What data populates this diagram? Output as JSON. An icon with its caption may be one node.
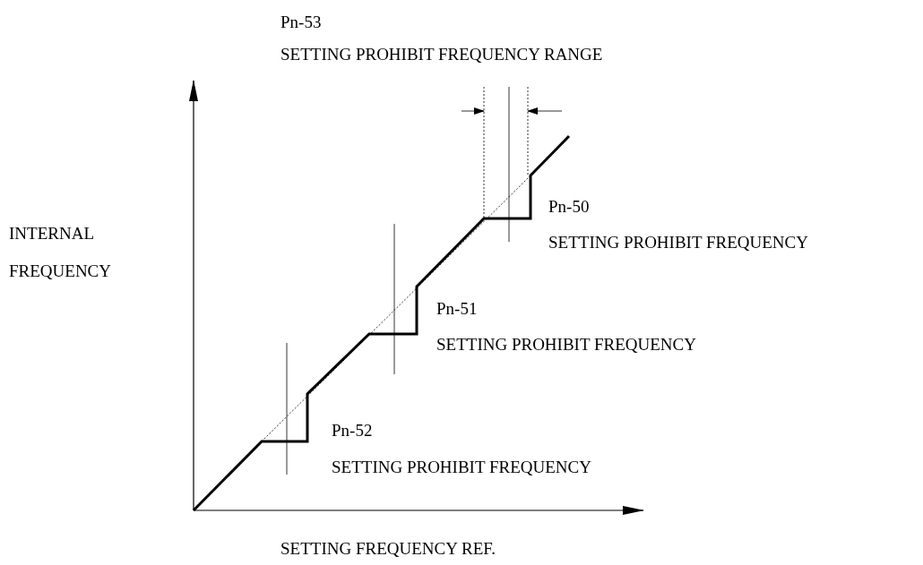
{
  "diagram": {
    "labels": [
      "Pn-53",
      "SETTING PROHIBIT FREQUENCY RANGE",
      "INTERNAL FREQUENCY",
      "Pn-50",
      "SETTING PROHIBIT FREQUENCY",
      "Pn-51",
      "SETTING PROHIBIT FREQUENCY",
      "Pn-52",
      "SETTING PROHIBIT FREQUENCY",
      "SETTING FREQUENCY REF."
    ]
  }
}
